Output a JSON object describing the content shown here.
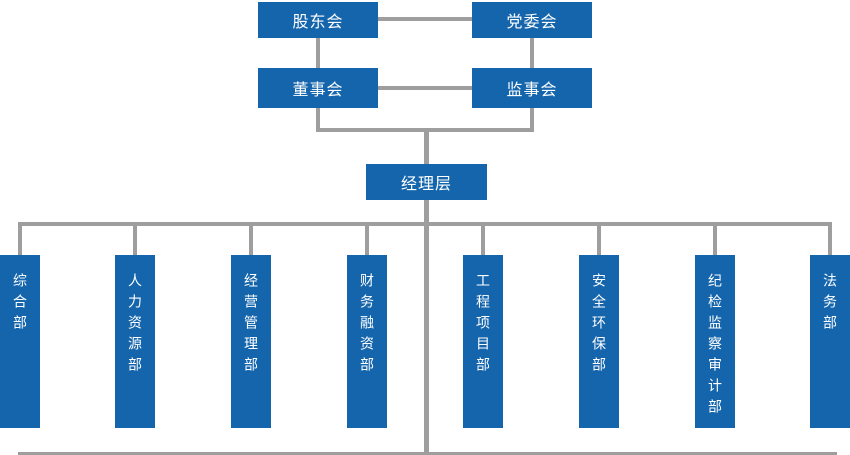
{
  "colors": {
    "node_blue": "#1565ad",
    "connector_gray": "#9e9e9e",
    "node_text": "#ffffff",
    "background": "#ffffff"
  },
  "org_chart": {
    "type": "organization-chart",
    "level1": [
      {
        "label": "股东会"
      },
      {
        "label": "党委会"
      }
    ],
    "level2": [
      {
        "label": "董事会"
      },
      {
        "label": "监事会"
      }
    ],
    "level3": {
      "label": "经理层"
    },
    "departments": [
      {
        "label": "综合部"
      },
      {
        "label": "人力资源部"
      },
      {
        "label": "经营管理部"
      },
      {
        "label": "财务融资部"
      },
      {
        "label": "工程项目部"
      },
      {
        "label": "安全环保部"
      },
      {
        "label": "纪检监察审计部"
      },
      {
        "label": "法务部"
      }
    ]
  }
}
